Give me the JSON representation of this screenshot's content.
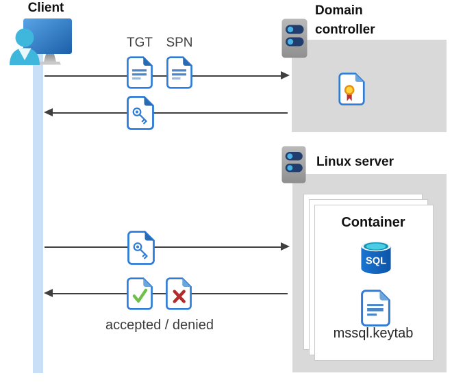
{
  "client": {
    "label": "Client"
  },
  "domain_controller": {
    "label": "Domain controller"
  },
  "linux_server": {
    "label": "Linux server"
  },
  "container": {
    "label": "Container",
    "sql_label": "SQL",
    "keytab_label": "mssql.keytab"
  },
  "tickets": {
    "tgt": "TGT",
    "spn": "SPN"
  },
  "result": {
    "label": "accepted / denied"
  },
  "icons": {
    "client": "person-at-monitor-icon",
    "domain_controller": "server-rack-icon",
    "linux_server": "server-rack-icon",
    "tgt": "document-icon",
    "spn": "document-icon",
    "ticket": "key-document-icon",
    "certificate": "certificate-document-icon",
    "accepted": "checkmark-document-icon",
    "denied": "x-document-icon",
    "sql": "sql-database-cylinder-icon",
    "keytab": "document-icon"
  },
  "colors": {
    "arrow": "#3f3f3f",
    "lifeline": "#c9def7",
    "zone_gray": "#d9d9d9",
    "doc_border_blue": "#2e7cd6",
    "doc_fold_dark": "#2a6ab2",
    "doc_fold_light": "#6ca6dc",
    "accept_green": "#6fbf4a",
    "deny_red": "#b22c2c",
    "sql_blue": "#1264c4",
    "sql_top_cyan": "#49cde4",
    "cert_yellow": "#ffd23e",
    "cert_ribbon_red": "#c22f2f",
    "server_bar_navy": "#203d6e",
    "server_dot_blue": "#49b1e4",
    "person_cyan": "#3fb6dc"
  }
}
